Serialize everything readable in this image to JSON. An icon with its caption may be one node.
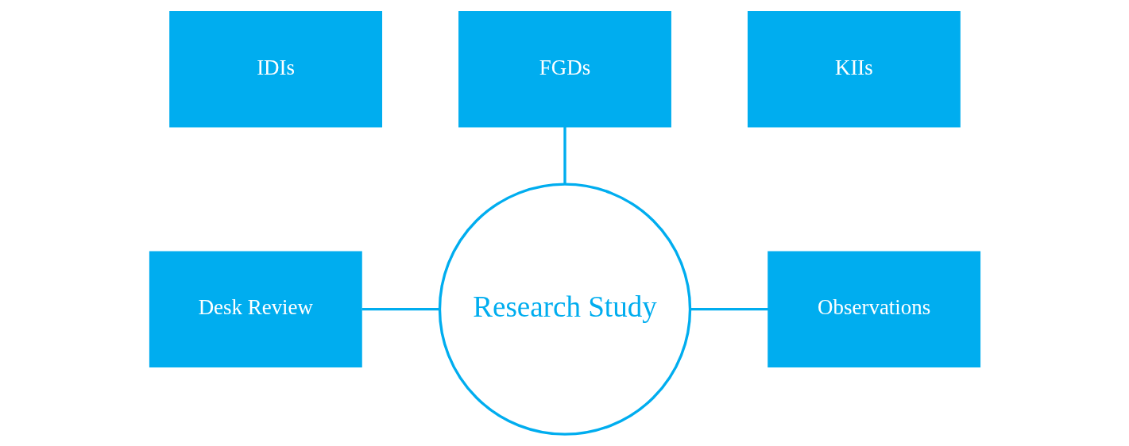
{
  "diagram": {
    "nodes": [
      {
        "text": [
          "IDIs"
        ]
      },
      {
        "text": [
          "FGDs"
        ]
      },
      {
        "text": [
          "KIIs"
        ]
      },
      {
        "text": [
          "Desk Review"
        ]
      },
      {
        "text": [
          "Research Study"
        ]
      },
      {
        "text": [
          "Observations"
        ]
      }
    ],
    "edges": [
      {
        "from": 1,
        "to": 4,
        "arrow": "none"
      },
      {
        "from": 3,
        "to": 4,
        "arrow": "none"
      },
      {
        "from": 4,
        "to": 5,
        "arrow": "none"
      }
    ]
  }
}
